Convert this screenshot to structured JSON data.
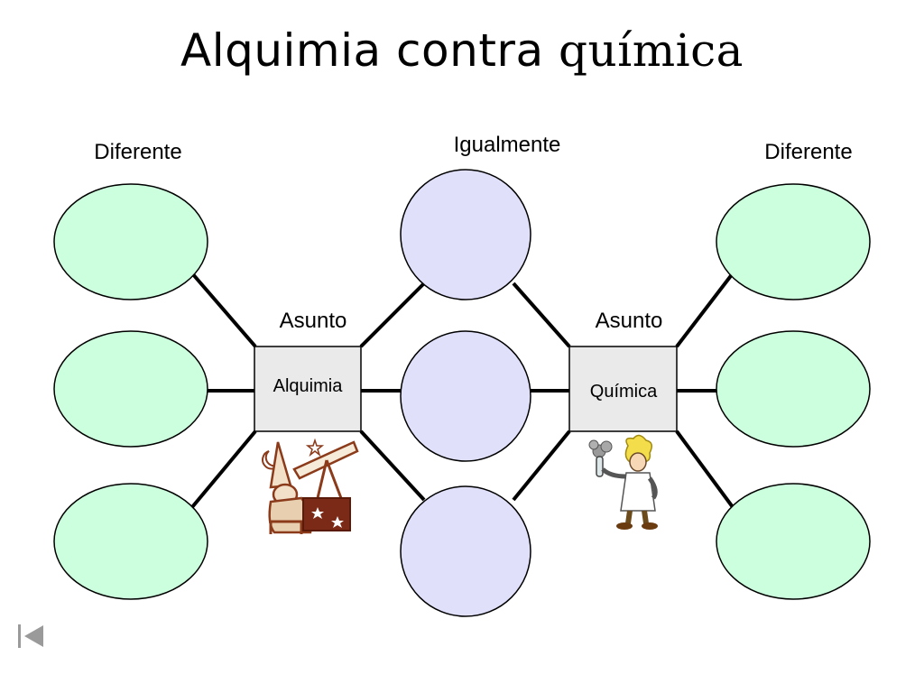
{
  "title": {
    "part1": "Alquimia contra",
    "part2": "química"
  },
  "labels": {
    "different_left": "Diferente",
    "same": "Igualmente",
    "different_right": "Diferente",
    "topic_left": "Asunto",
    "topic_right": "Asunto"
  },
  "subjects": {
    "left": "Alquimia",
    "right": "Química"
  },
  "colors": {
    "different_fill": "#ccffdd",
    "same_fill": "#e0e0fb",
    "subject_fill": "#eaeaea",
    "stroke": "#000000"
  },
  "icons": {
    "left_figure": "alchemist-with-telescope",
    "right_figure": "chemist-scientist",
    "navigation": "first-slide-icon"
  }
}
